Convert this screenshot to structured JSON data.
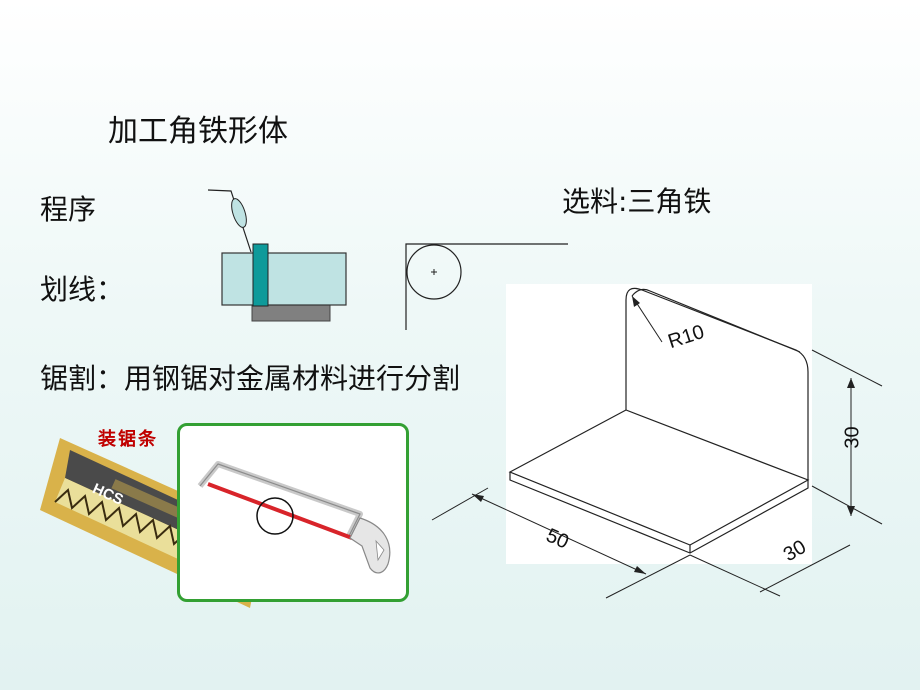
{
  "slide": {
    "title": "加工角铁形体",
    "procedure_label": "程序",
    "marking_label": "划线：",
    "material_label": "选料:三角铁",
    "sawing_label": "锯割：用钢锯对金属材料进行分割",
    "blade_caption": "装锯条",
    "blade_print": "HCS"
  },
  "drawing": {
    "radius_label": "R10",
    "dim_length": "50",
    "dim_height": "30",
    "dim_width": "30"
  },
  "colors": {
    "teal_block": "#bfe3e3",
    "teal_rule": "#0e9a9a",
    "base_gray": "#808080",
    "panel_border": "#33a033",
    "saw_red": "#d8242a"
  }
}
